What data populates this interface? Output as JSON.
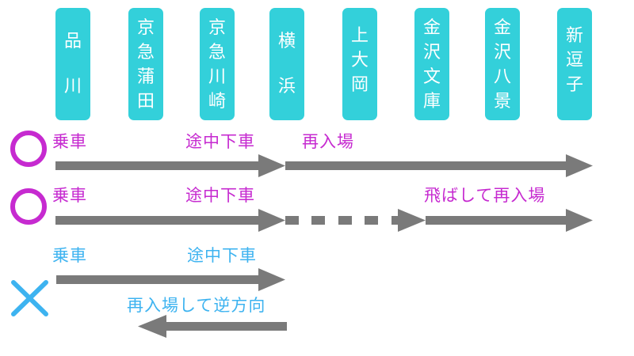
{
  "stations": [
    {
      "name": "品川",
      "chars": [
        "品",
        "川"
      ]
    },
    {
      "name": "京急蒲田",
      "chars": [
        "京",
        "急",
        "蒲",
        "田"
      ]
    },
    {
      "name": "京急川崎",
      "chars": [
        "京",
        "急",
        "川",
        "崎"
      ]
    },
    {
      "name": "横浜",
      "chars": [
        "横",
        "浜"
      ]
    },
    {
      "name": "上大岡",
      "chars": [
        "上",
        "大",
        "岡"
      ]
    },
    {
      "name": "金沢文庫",
      "chars": [
        "金",
        "沢",
        "文",
        "庫"
      ]
    },
    {
      "name": "金沢八景",
      "chars": [
        "金",
        "沢",
        "八",
        "景"
      ]
    },
    {
      "name": "新逗子",
      "chars": [
        "新",
        "逗",
        "子"
      ]
    }
  ],
  "rows": [
    {
      "verdict": "ok",
      "verdict_icon": "circle-icon",
      "labels": {
        "board": "乗車",
        "stopover": "途中下車",
        "reenter": "再入場"
      }
    },
    {
      "verdict": "ok",
      "verdict_icon": "circle-icon",
      "labels": {
        "board": "乗車",
        "stopover": "途中下車",
        "reenter": "飛ばして再入場"
      }
    },
    {
      "verdict": "ng",
      "verdict_icon": "cross-icon",
      "labels": {
        "board": "乗車",
        "stopover": "途中下車",
        "reenter": "再入場して逆方向"
      }
    }
  ],
  "colors": {
    "station_bg": "#33d0da",
    "ok": "#c62ad0",
    "ng": "#3db3f0",
    "arrow": "#7a7a7a"
  }
}
